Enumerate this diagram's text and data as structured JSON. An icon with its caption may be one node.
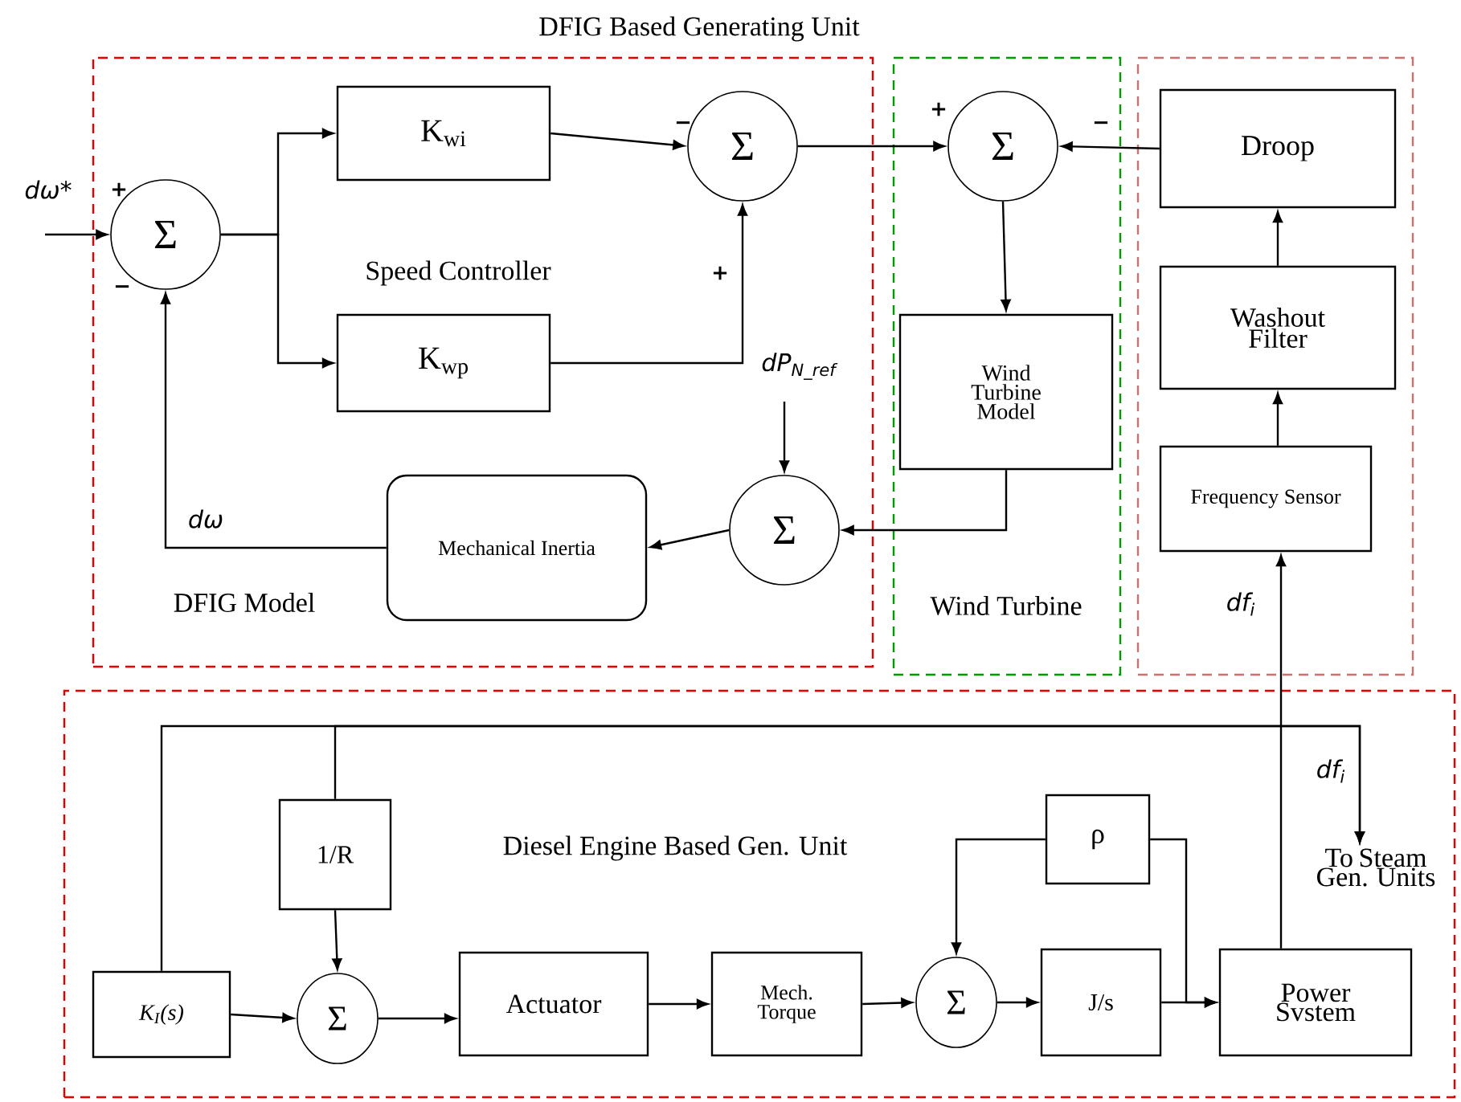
{
  "diagram": {
    "title": "DFIG Based Generating Unit",
    "nodes": [
      {
        "text": [
          "Speed Controller",
          "DFIG Model"
        ]
      },
      {
        "text": [
          "Wind Turbine"
        ]
      },
      {
        "text": [],
        "shape": "box"
      },
      {
        "text": [
          "Diesel Engine Based Gen. Unit"
        ]
      },
      {
        "text": [
          "Σ"
        ],
        "in": 0
      },
      {
        "text": [
          "K$_{wi}$"
        ],
        "in": 0
      },
      {
        "text": [
          "K$_{wp}$"
        ],
        "in": 0
      },
      {
        "text": [
          "Σ"
        ],
        "in": 0
      },
      {
        "text": [
          "Σ"
        ],
        "in": 0
      },
      {
        "text": [
          "Mechanical Inertia"
        ],
        "in": 0
      },
      {
        "text": [
          "Σ"
        ],
        "in": 1
      },
      {
        "text": [
          "Wind Turbine Model"
        ],
        "in": 1
      },
      {
        "text": [
          "Droop"
        ],
        "in": 2
      },
      {
        "text": [
          "Washout Filter"
        ],
        "in": 2
      },
      {
        "text": [
          "Frequency Sensor"
        ],
        "in": 2
      },
      {
        "text": [
          "K$_{I}$(s)"
        ],
        "in": 3
      },
      {
        "text": [
          "Σ"
        ],
        "in": 3
      },
      {
        "text": [
          "1/R"
        ],
        "in": 3
      },
      {
        "text": [
          "Actuator"
        ],
        "in": 3
      },
      {
        "text": [
          "Mech. Torque"
        ],
        "in": 3
      },
      {
        "text": [
          "Σ"
        ],
        "in": 3
      },
      {
        "text": [
          "ρ"
        ],
        "in": 3
      },
      {
        "text": [
          "J/s"
        ],
        "in": 3
      },
      {
        "text": [
          "Power Svstem"
        ],
        "in": 3
      },
      {
        "text": [
          "To Steam Gen. Units"
        ],
        "in": 3
      }
    ],
    "edges": [
      {
        "from": null,
        "to": 4,
        "arrow": "to",
        "label": "dω*"
      },
      {
        "from": 4,
        "to": 5,
        "arrow": "to"
      },
      {
        "from": 4,
        "to": 6,
        "arrow": "to"
      },
      {
        "from": 5,
        "to": 7,
        "arrow": "to"
      },
      {
        "from": 6,
        "to": 7,
        "arrow": "to"
      },
      {
        "from": 7,
        "to": 10,
        "arrow": "to"
      },
      {
        "from": 12,
        "to": 10,
        "arrow": "to"
      },
      {
        "from": 10,
        "to": 11,
        "arrow": "to"
      },
      {
        "from": 11,
        "to": 8,
        "arrow": "to"
      },
      {
        "from": null,
        "to": 8,
        "arrow": "to",
        "label": "dP$_{N_ref}$"
      },
      {
        "from": 8,
        "to": 9,
        "arrow": "to"
      },
      {
        "from": 9,
        "to": 4,
        "arrow": "to",
        "label": "dω"
      },
      {
        "from": 14,
        "to": 13,
        "arrow": "to"
      },
      {
        "from": 13,
        "to": 12,
        "arrow": "to"
      },
      {
        "from": 23,
        "to": 14,
        "arrow": "to",
        "label": "df$_{i}$"
      },
      {
        "from": 15,
        "to": 24,
        "arrow": "to",
        "label": "df$_{i}$"
      },
      {
        "from": 17,
        "to": 24,
        "arrow": "to"
      },
      {
        "from": 15,
        "to": 16,
        "arrow": "to"
      },
      {
        "from": 17,
        "to": 16,
        "arrow": "to"
      },
      {
        "from": 16,
        "to": 18,
        "arrow": "to"
      },
      {
        "from": 18,
        "to": 19,
        "arrow": "to"
      },
      {
        "from": 19,
        "to": 20,
        "arrow": "to"
      },
      {
        "from": 21,
        "to": 20,
        "arrow": "to"
      },
      {
        "from": 20,
        "to": 22,
        "arrow": "to"
      },
      {
        "from": 22,
        "to": 23,
        "arrow": "to"
      },
      {
        "from": 21,
        "to": 23,
        "arrow": "to"
      }
    ],
    "labels": [
      "+",
      "−",
      "−",
      "+",
      "+",
      "−"
    ]
  }
}
